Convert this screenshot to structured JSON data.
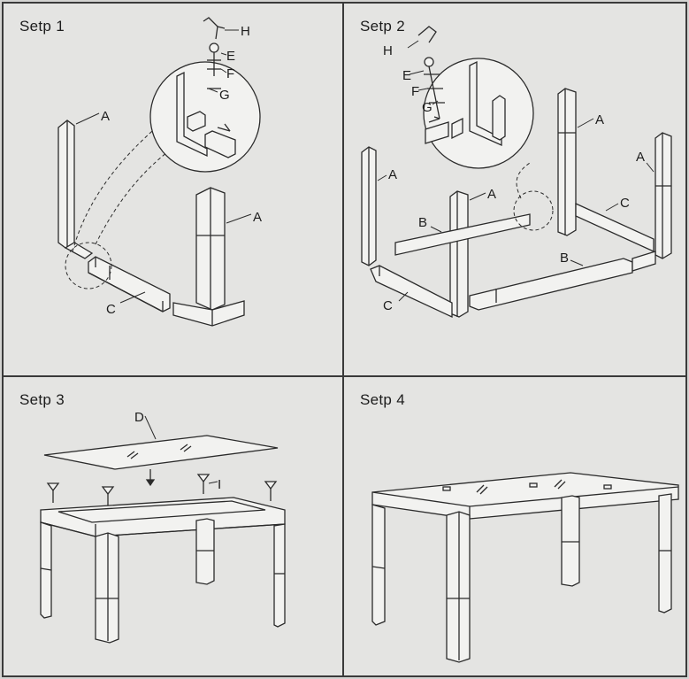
{
  "steps": [
    {
      "title": "Setp 1",
      "labels": {
        "A1": "A",
        "A2": "A",
        "C": "C",
        "E": "E",
        "F": "F",
        "G": "G",
        "H": "H"
      }
    },
    {
      "title": "Setp 2",
      "labels": {
        "A1": "A",
        "A2": "A",
        "A3": "A",
        "A4": "A",
        "B1": "B",
        "B2": "B",
        "C1": "C",
        "C2": "C",
        "E": "E",
        "F": "F",
        "G": "G",
        "H": "H"
      }
    },
    {
      "title": "Setp 3",
      "labels": {
        "D": "D",
        "I": "I"
      }
    },
    {
      "title": "Setp 4",
      "labels": {}
    }
  ],
  "colors": {
    "paper": "#e4e4e2",
    "ink": "#2b2b2b",
    "frame": "#3a3a3a"
  }
}
